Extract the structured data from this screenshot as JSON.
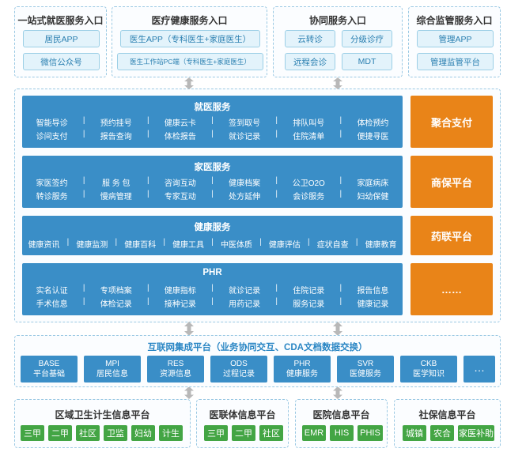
{
  "top": {
    "one_stop": {
      "title": "一站式就医服务入口",
      "items": [
        "居民APP",
        "微信公众号"
      ]
    },
    "medical": {
      "title": "医疗健康服务入口",
      "items": [
        "医生APP（专科医生+家庭医生）",
        "医生工作站PC端（专科医生+家庭医生）"
      ]
    },
    "collab": {
      "title": "协同服务入口",
      "items": [
        "云转诊",
        "分级诊疗",
        "远程会诊",
        "MDT"
      ]
    },
    "regulate": {
      "title": "综合监管服务入口",
      "items": [
        "管理APP",
        "管理监管平台"
      ]
    }
  },
  "services": {
    "jiuyi": {
      "title": "就医服务",
      "row1": [
        "智能导诊",
        "预约挂号",
        "健康云卡",
        "签到取号",
        "排队叫号",
        "体检预约"
      ],
      "row2": [
        "诊间支付",
        "报告查询",
        "体检报告",
        "就诊记录",
        "住院清单",
        "便捷寻医"
      ]
    },
    "jiayi": {
      "title": "家医服务",
      "row1": [
        "家医签约",
        "服 务 包",
        "咨询互动",
        "健康档案",
        "公卫O2O",
        "家庭病床"
      ],
      "row2": [
        "转诊服务",
        "慢病管理",
        "专家互动",
        "处方延伸",
        "会诊服务",
        "妇幼保健"
      ]
    },
    "jiankang": {
      "title": "健康服务",
      "row1": [
        "健康资讯",
        "健康监测",
        "健康百科",
        "健康工具",
        "中医体质",
        "健康评估",
        "症状自查",
        "健康教育"
      ]
    },
    "phr": {
      "title": "PHR",
      "row1": [
        "实名认证",
        "专项档案",
        "健康指标",
        "就诊记录",
        "住院记录",
        "报告信息"
      ],
      "row2": [
        "手术信息",
        "体检记录",
        "接种记录",
        "用药记录",
        "服务记录",
        "健康记录"
      ]
    }
  },
  "side": [
    "聚合支付",
    "商保平台",
    "药联平台",
    "……"
  ],
  "integration": {
    "title": "互联网集成平台（业务协同交互、CDA文档数据交换）",
    "tiles": [
      {
        "code": "BASE",
        "name": "平台基础"
      },
      {
        "code": "MPI",
        "name": "居民信息"
      },
      {
        "code": "RES",
        "name": "资源信息"
      },
      {
        "code": "ODS",
        "name": "过程记录"
      },
      {
        "code": "PHR",
        "name": "健康服务"
      },
      {
        "code": "SVR",
        "name": "医健服务"
      },
      {
        "code": "CKB",
        "name": "医学知识"
      }
    ],
    "more": "…"
  },
  "bottom": [
    {
      "title": "区域卫生计生信息平台",
      "items": [
        "三甲",
        "二甲",
        "社区",
        "卫监",
        "妇幼",
        "计生"
      ]
    },
    {
      "title": "医联体信息平台",
      "items": [
        "三甲",
        "二甲",
        "社区"
      ]
    },
    {
      "title": "医院信息平台",
      "items": [
        "EMR",
        "HIS",
        "PHIS"
      ]
    },
    {
      "title": "社保信息平台",
      "items": [
        "城镇",
        "农合",
        "家医补助"
      ]
    }
  ],
  "colors": {
    "blue": "#3a8ec7",
    "orange": "#e98418",
    "green": "#43a544",
    "light_blue": "#e3f3fb"
  }
}
